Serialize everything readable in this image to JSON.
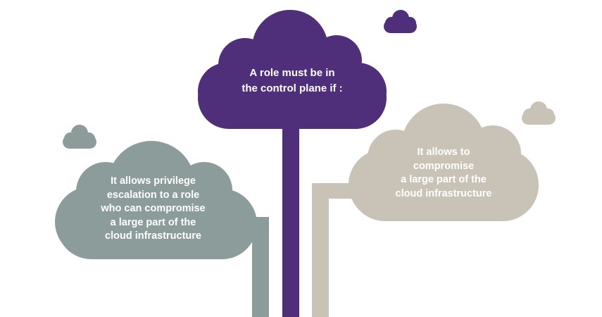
{
  "colors": {
    "purple": "#4f2f79",
    "gray": "#8c9c9a",
    "beige": "#c9c3b7",
    "background": "#ffffff",
    "text": "#ffffff"
  },
  "clouds": {
    "main": {
      "lines": [
        "A role must be in",
        "the control plane if :"
      ]
    },
    "left": {
      "lines": [
        "It allows privilege",
        "escalation to a role",
        "who can compromise",
        "a large part of the",
        "cloud infrastructure"
      ]
    },
    "right": {
      "lines": [
        "It allows to",
        "compromise",
        "a large part of the",
        "cloud infrastructure"
      ]
    }
  }
}
